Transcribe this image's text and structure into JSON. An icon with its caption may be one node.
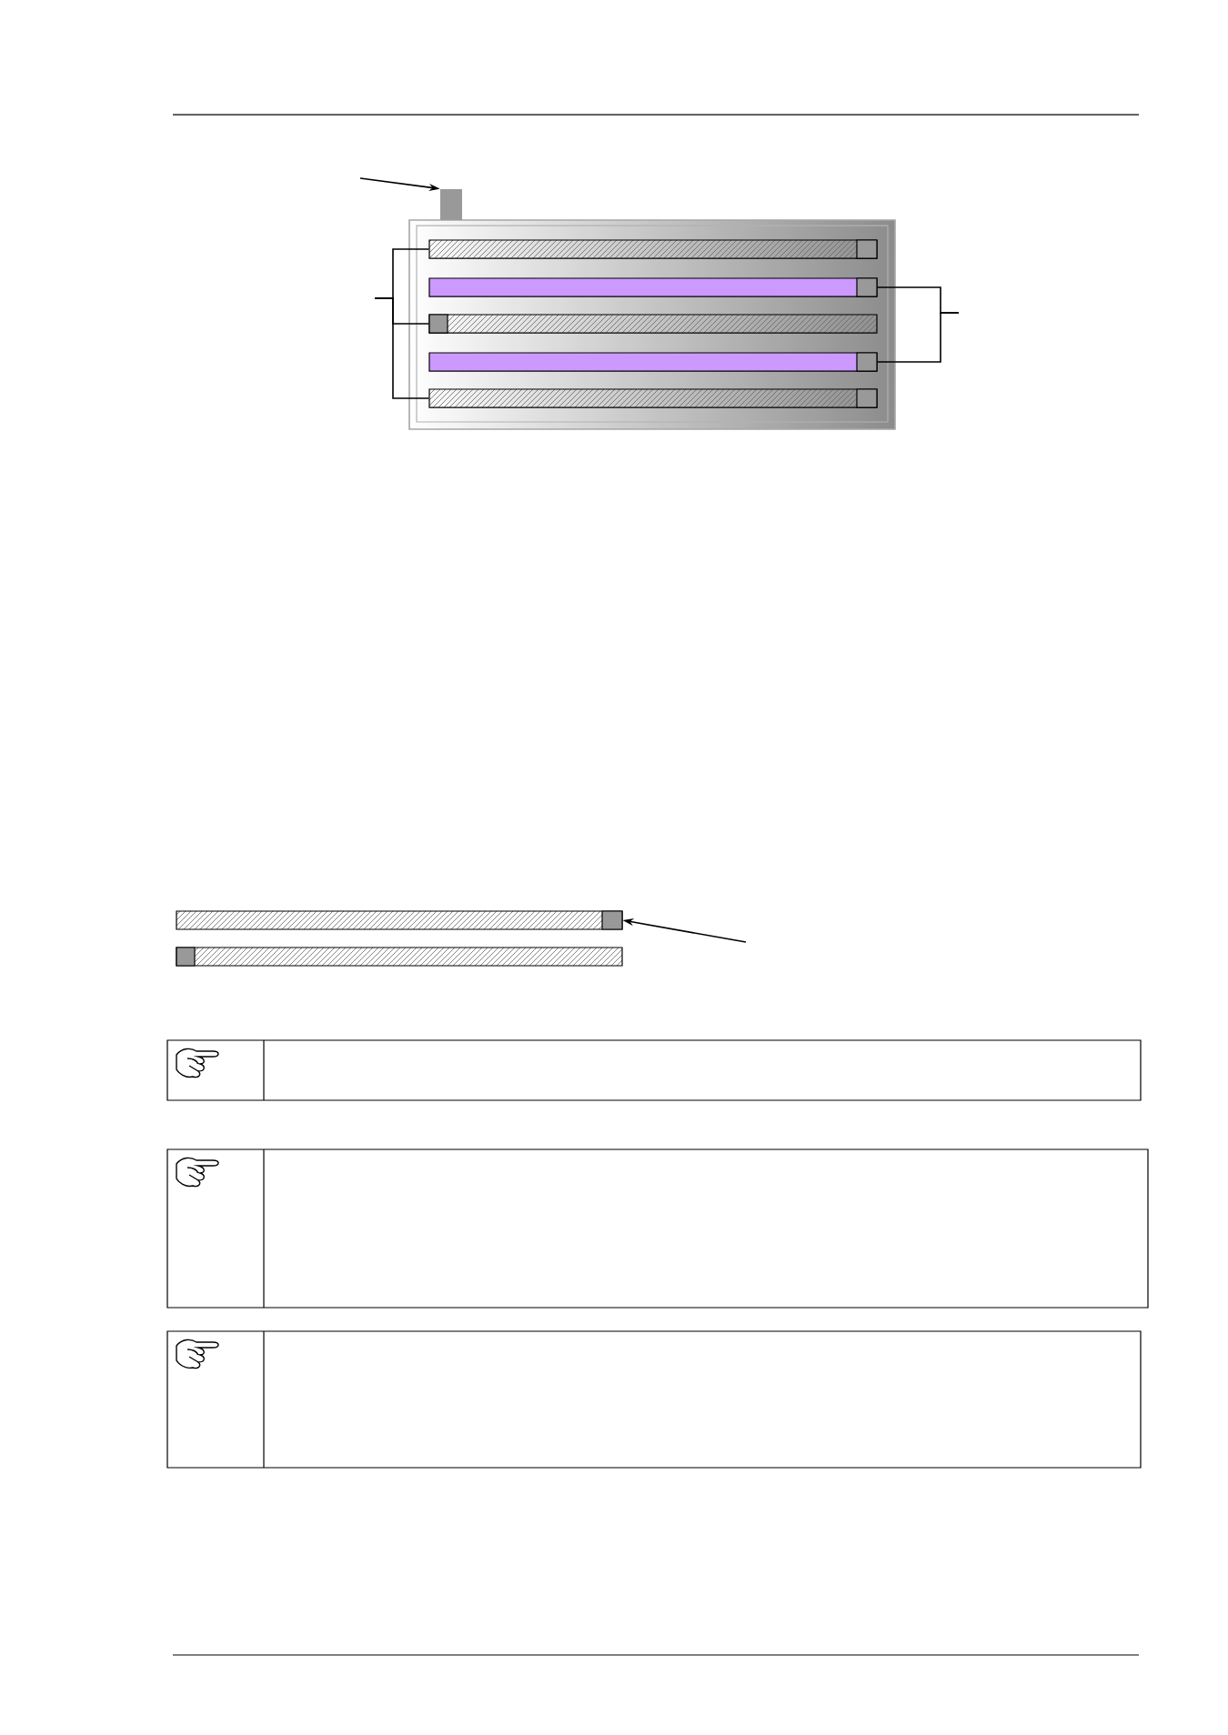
{
  "diagram": {
    "nodes": [
      {
        "text": [],
        "shape": "box"
      },
      {
        "text": [],
        "shape": "box"
      },
      {
        "text": [],
        "shape": "bar",
        "in": 0
      },
      {
        "text": [],
        "shape": "bar",
        "in": 0
      },
      {
        "text": [],
        "shape": "bar",
        "in": 0
      },
      {
        "text": [],
        "shape": "bar",
        "in": 0
      },
      {
        "text": [],
        "shape": "bar",
        "in": 0
      },
      {
        "text": [],
        "shape": "bar"
      },
      {
        "text": [],
        "shape": "bar"
      },
      {
        "text": [],
        "shape": "box"
      },
      {
        "text": [],
        "shape": "box"
      },
      {
        "text": [],
        "shape": "box"
      }
    ],
    "edges": [
      {
        "from": null,
        "to": 1,
        "arrow": "to"
      },
      {
        "from": null,
        "to": 2,
        "arrow": "none"
      },
      {
        "from": null,
        "to": 4,
        "arrow": "none"
      },
      {
        "from": null,
        "to": 6,
        "arrow": "none"
      },
      {
        "from": null,
        "to": 3,
        "arrow": "none"
      },
      {
        "from": null,
        "to": 5,
        "arrow": "none"
      },
      {
        "from": null,
        "to": 7,
        "arrow": "to"
      }
    ]
  }
}
